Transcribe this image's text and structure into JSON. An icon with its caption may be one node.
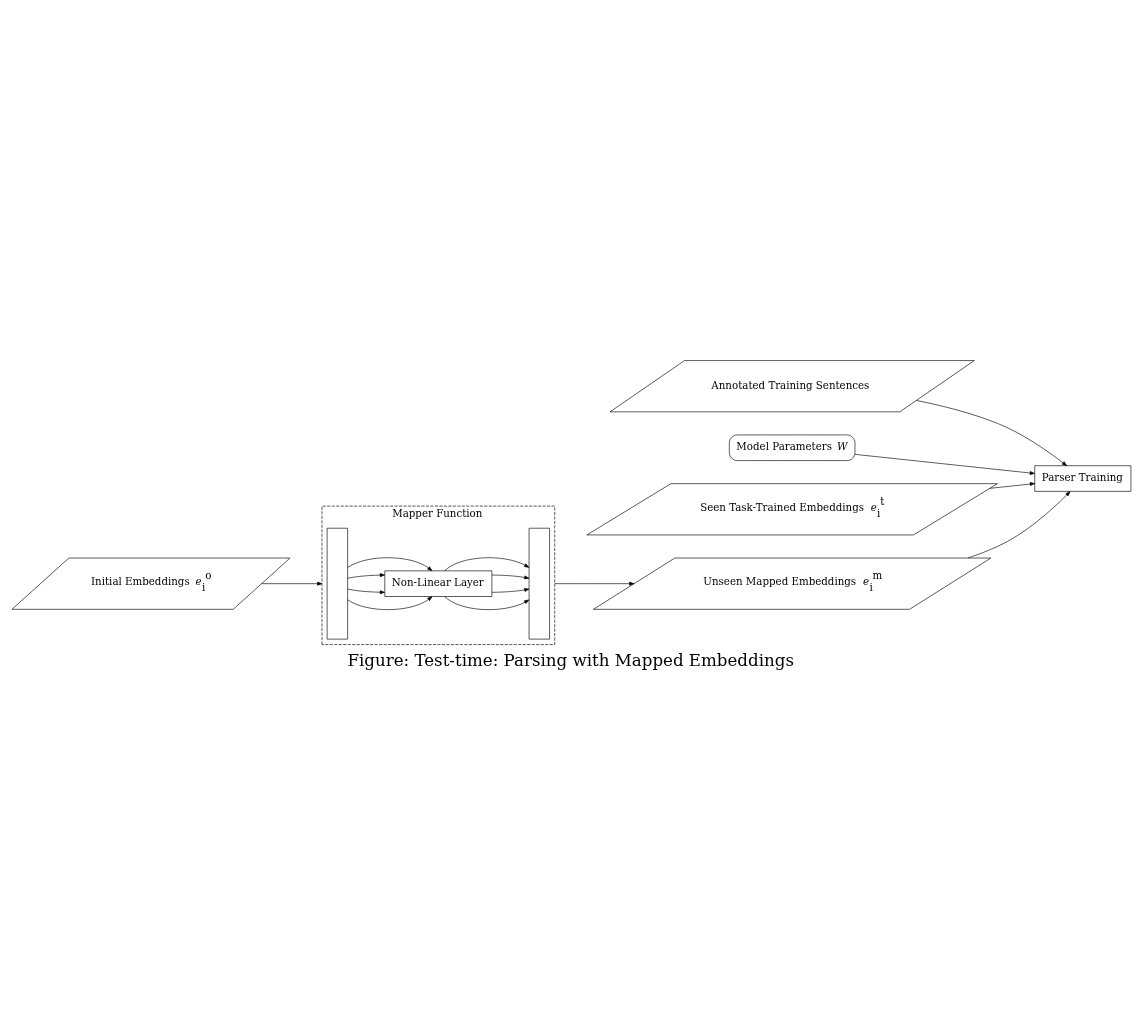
{
  "diagram": {
    "caption": "Figure: Test-time: Parsing with Mapped Embeddings",
    "nodes": [
      {
        "text": [
          "Mapper Function"
        ]
      },
      {
        "text": [],
        "shape": "bar",
        "in": 0
      },
      {
        "text": [
          "Non-Linear Layer"
        ],
        "in": 0
      },
      {
        "text": [],
        "shape": "bar",
        "in": 0
      },
      {
        "text": [
          "Initial Embeddings *e*$_{i}$$^{o}$"
        ]
      },
      {
        "text": [
          "Annotated Training Sentences"
        ]
      },
      {
        "text": [
          "Parser Training"
        ]
      },
      {
        "text": [
          "Unseen Mapped Embeddings *e*$_{i}$$^{m}$"
        ]
      },
      {
        "text": [
          "Model Parameters *W*"
        ]
      },
      {
        "text": [
          "Seen Task-Trained Embeddings *e*$_{i}$$^{t}$"
        ]
      }
    ],
    "edges": [
      {
        "from": 4,
        "to": 0,
        "arrow": "to"
      },
      {
        "from": 1,
        "to": 2,
        "arrow": "to"
      },
      {
        "from": 1,
        "to": 2,
        "arrow": "to"
      },
      {
        "from": 1,
        "to": 2,
        "arrow": "to"
      },
      {
        "from": 1,
        "to": 2,
        "arrow": "to"
      },
      {
        "from": 2,
        "to": 3,
        "arrow": "to"
      },
      {
        "from": 2,
        "to": 3,
        "arrow": "to"
      },
      {
        "from": 2,
        "to": 3,
        "arrow": "to"
      },
      {
        "from": 2,
        "to": 3,
        "arrow": "to"
      },
      {
        "from": 0,
        "to": 7,
        "arrow": "to"
      },
      {
        "from": 5,
        "to": 6,
        "arrow": "to"
      },
      {
        "from": 7,
        "to": 6,
        "arrow": "to"
      },
      {
        "from": 8,
        "to": 6,
        "arrow": "to"
      },
      {
        "from": 9,
        "to": 6,
        "arrow": "to"
      }
    ]
  }
}
